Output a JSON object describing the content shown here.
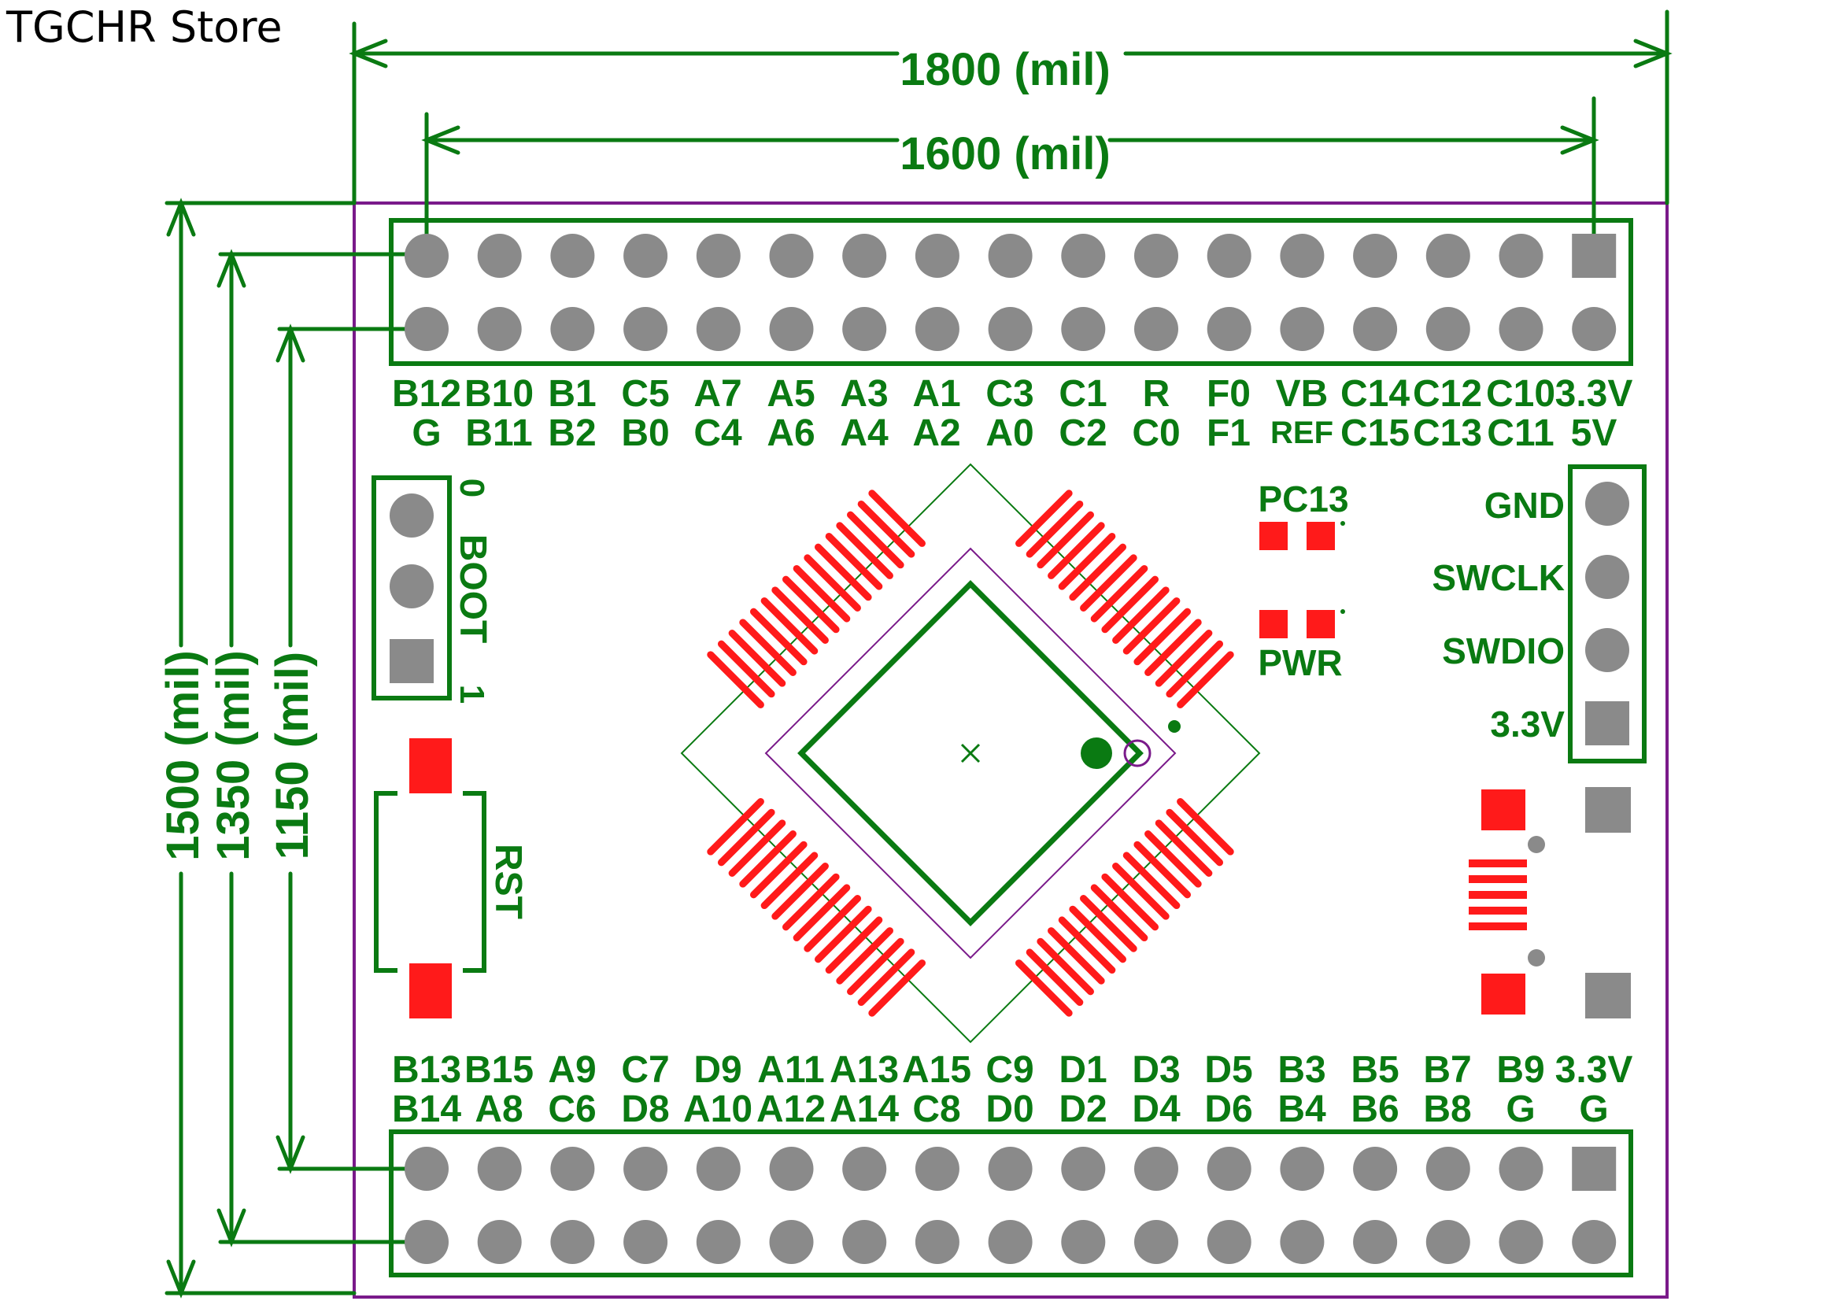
{
  "header": {
    "store_name": "TGCHR Store"
  },
  "dimensions": {
    "width_outer": "1800 (mil)",
    "width_inner": "1600 (mil)",
    "height_outer": "1500 (mil)",
    "height_mid": "1350 (mil)",
    "height_inner": "1150 (mil)"
  },
  "top_header": {
    "row1": [
      "B12",
      "B10",
      "B1",
      "C5",
      "A7",
      "A5",
      "A3",
      "A1",
      "C3",
      "C1",
      "R",
      "F0",
      "VB",
      "C14",
      "C12",
      "C10",
      "3.3V"
    ],
    "row2": [
      "G",
      "B11",
      "B2",
      "B0",
      "C4",
      "A6",
      "A4",
      "A2",
      "A0",
      "C2",
      "C0",
      "F1",
      "REF",
      "C15",
      "C13",
      "C11",
      "5V"
    ]
  },
  "bottom_header": {
    "row1": [
      "B13",
      "B15",
      "A9",
      "C7",
      "D9",
      "A11",
      "A13",
      "A15",
      "C9",
      "D1",
      "D3",
      "D5",
      "B3",
      "B5",
      "B7",
      "B9",
      "3.3V"
    ],
    "row2": [
      "B14",
      "A8",
      "C6",
      "D8",
      "A10",
      "A12",
      "A14",
      "C8",
      "D0",
      "D2",
      "D4",
      "D6",
      "B4",
      "B6",
      "B8",
      "G",
      "G"
    ]
  },
  "boot": {
    "label": "BOOT",
    "pin0": "0",
    "pin1": "1"
  },
  "reset": {
    "label": "RST"
  },
  "leds": {
    "pc13": "PC13",
    "pwr": "PWR"
  },
  "swd": {
    "labels": [
      "GND",
      "SWCLK",
      "SWDIO",
      "3.3V"
    ]
  },
  "colors": {
    "silk": "#0a7a12",
    "pad": "#8a8a8a",
    "copper": "#ff1a1a",
    "outline": "#7a1a8a",
    "dim": "#0a7a12"
  }
}
